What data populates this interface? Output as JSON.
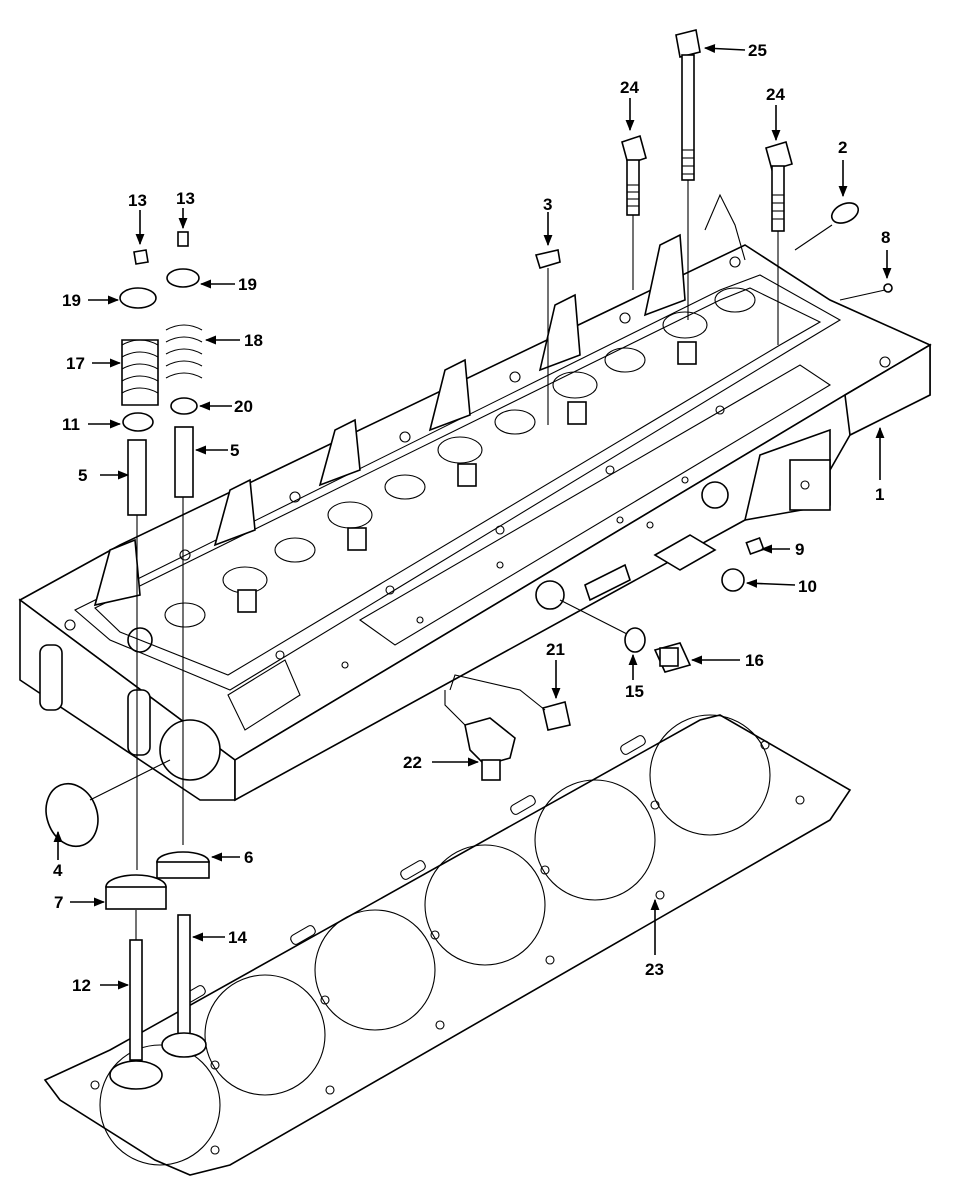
{
  "callouts": [
    {
      "id": "c1",
      "label": "1"
    },
    {
      "id": "c2",
      "label": "2"
    },
    {
      "id": "c3",
      "label": "3"
    },
    {
      "id": "c4",
      "label": "4"
    },
    {
      "id": "c5a",
      "label": "5"
    },
    {
      "id": "c5b",
      "label": "5"
    },
    {
      "id": "c6",
      "label": "6"
    },
    {
      "id": "c7",
      "label": "7"
    },
    {
      "id": "c8",
      "label": "8"
    },
    {
      "id": "c9",
      "label": "9"
    },
    {
      "id": "c10",
      "label": "10"
    },
    {
      "id": "c11",
      "label": "11"
    },
    {
      "id": "c12",
      "label": "12"
    },
    {
      "id": "c13a",
      "label": "13"
    },
    {
      "id": "c13b",
      "label": "13"
    },
    {
      "id": "c14",
      "label": "14"
    },
    {
      "id": "c15",
      "label": "15"
    },
    {
      "id": "c16",
      "label": "16"
    },
    {
      "id": "c17",
      "label": "17"
    },
    {
      "id": "c18",
      "label": "18"
    },
    {
      "id": "c19a",
      "label": "19"
    },
    {
      "id": "c19b",
      "label": "19"
    },
    {
      "id": "c20",
      "label": "20"
    },
    {
      "id": "c21",
      "label": "21"
    },
    {
      "id": "c22",
      "label": "22"
    },
    {
      "id": "c23",
      "label": "23"
    },
    {
      "id": "c24a",
      "label": "24"
    },
    {
      "id": "c24b",
      "label": "24"
    },
    {
      "id": "c25",
      "label": "25"
    }
  ]
}
